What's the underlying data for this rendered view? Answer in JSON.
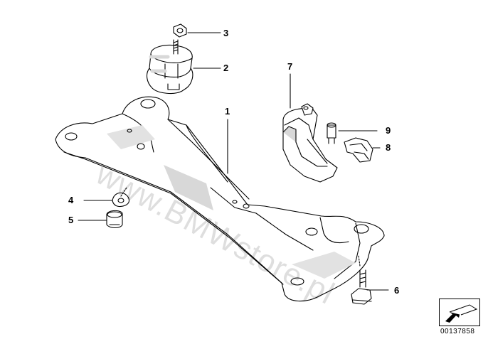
{
  "watermark": "www.BMWstore.pl",
  "callouts": [
    "1",
    "2",
    "3",
    "4",
    "5",
    "6",
    "7",
    "8",
    "9"
  ],
  "reference_number": "00137858",
  "colors": {
    "line": "#000000",
    "fill": "#ffffff",
    "shade": "#d8d8d8",
    "dark": "#7a7a7a"
  }
}
